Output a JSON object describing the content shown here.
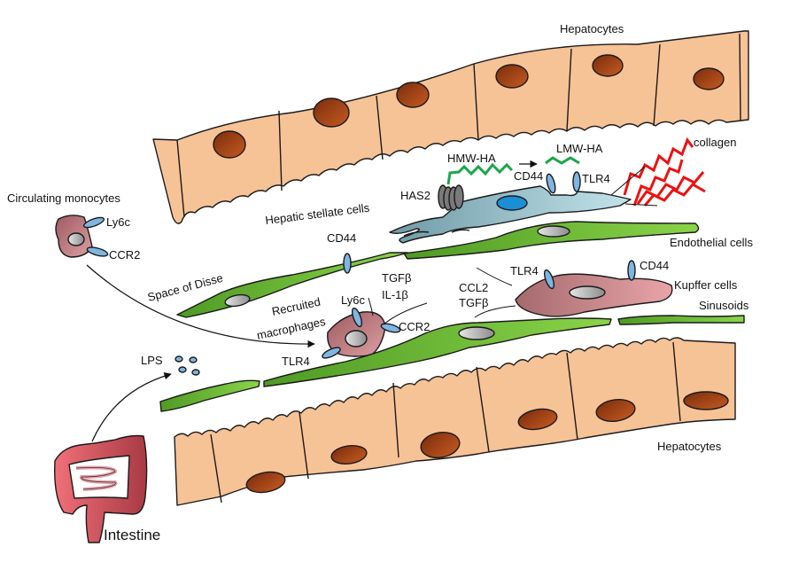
{
  "figure": {
    "title": "Liver sinusoid microenvironment: cell types and signaling",
    "labels": {
      "hepatocytes_top": "Hepatocytes",
      "hepatocytes_bottom": "Hepatocytes",
      "circulating_monocytes": "Circulating monocytes",
      "monocyte_ly6c": "Ly6c",
      "monocyte_ccr2": "CCR2",
      "hepatic_stellate_cells": "Hepatic stellate cells",
      "has2": "HAS2",
      "hmw_ha": "HMW-HA",
      "lmw_ha": "LMW-HA",
      "stellate_cd44": "CD44",
      "stellate_tlr4": "TLR4",
      "collagen": "collagen",
      "endothelial_cells": "Endothelial cells",
      "space_of_disse": "Space of Disse",
      "endothelial_cd44": "CD44",
      "recruited_macrophages_line1": "Recruited",
      "recruited_macrophages_line2": "macrophages",
      "macrophage_ly6c": "Ly6c",
      "macrophage_tgfb": "TGFβ",
      "macrophage_il1b": "IL-1β",
      "macrophage_ccr2": "CCR2",
      "macrophage_tlr4": "TLR4",
      "kupffer_ccl2": "CCL2",
      "kupffer_tgfb": "TGFβ",
      "kupffer_tlr4": "TLR4",
      "kupffer_cd44": "CD44",
      "kupffer_cells": "Kupffer cells",
      "sinusoids": "Sinusoids",
      "lps": "LPS",
      "intestine": "Intestine"
    },
    "colors": {
      "hepatocyte_fill": "#f6c396",
      "hepatocyte_nucleus": "#a8471a",
      "stellate_fill": "#a9cdd6",
      "stellate_nucleus": "#1c8ed6",
      "endothelial_fill": "#6fbf3a",
      "monocyte_fill": "#b46b70",
      "kupffer_fill": "#c98a8f",
      "receptor_fill": "#7fb6e0",
      "collagen": "#ee1111",
      "hyaluronan": "#1aa64a",
      "has2_fill": "#7a7a7a",
      "intestine_fill": "#d9525c"
    }
  }
}
